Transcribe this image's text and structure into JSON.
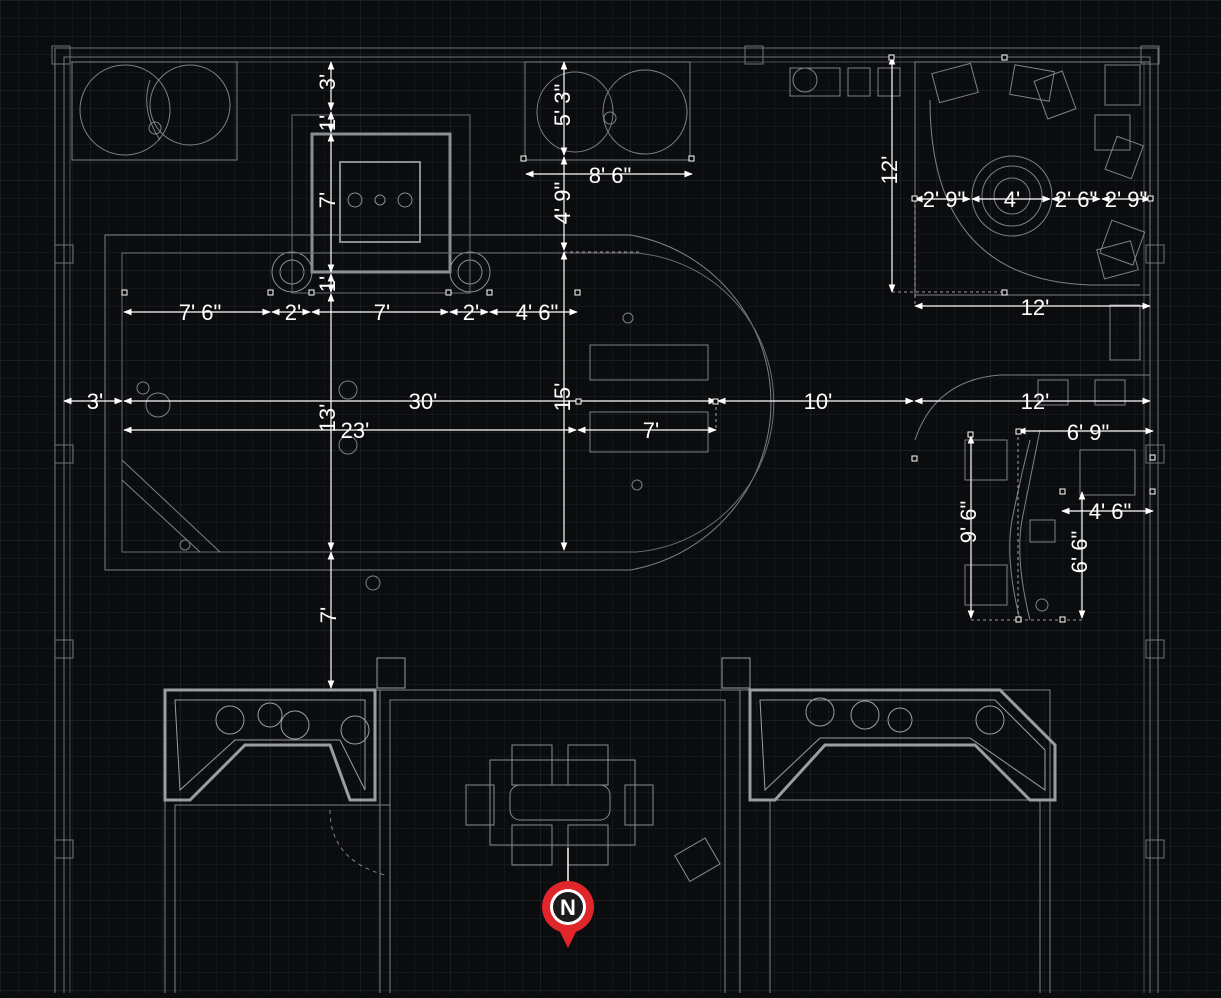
{
  "colors": {
    "background": "#0b0c0e",
    "grid_minor": "#1f2227",
    "grid_major": "#2b2f35",
    "linework": "#8a8d92",
    "linework_dim": "#5a5d62",
    "dimension": "#ffffff",
    "north_marker": "#e0262b"
  },
  "north_marker": {
    "letter": "N",
    "icon": "north-arrow-icon"
  },
  "dimensions": {
    "d_3ft_top": "3'",
    "d_1ft_a": "1'",
    "d_7ft_vertical": "7'",
    "d_1ft_b": "1'",
    "d_5ft3": "5' 3\"",
    "d_8ft6": "8' 6\"",
    "d_4ft9": "4' 9\"",
    "d_12ft_vertical": "12'",
    "d_2ft9_left": "2' 9\"",
    "d_4ft_firepit": "4'",
    "d_2ft6": "2' 6\"",
    "d_2ft9_right": "2' 9\"",
    "d_12ft_horizontal_top": "12'",
    "d_7ft6": "7' 6\"",
    "d_2ft_left": "2'",
    "d_7ft_horizontal": "7'",
    "d_2ft_right": "2'",
    "d_4ft6_pool": "4' 6\"",
    "d_3ft_left": "3'",
    "d_30ft": "30'",
    "d_15ft": "15'",
    "d_10ft": "10'",
    "d_12ft_kitchen": "12'",
    "d_13ft": "13'",
    "d_23ft": "23'",
    "d_7ft_spa": "7'",
    "d_6ft9": "6' 9\"",
    "d_9ft6": "9' 6\"",
    "d_4ft6_bar": "4' 6\"",
    "d_6ft6": "6' 6\"",
    "d_7ft_bottom": "7'"
  }
}
